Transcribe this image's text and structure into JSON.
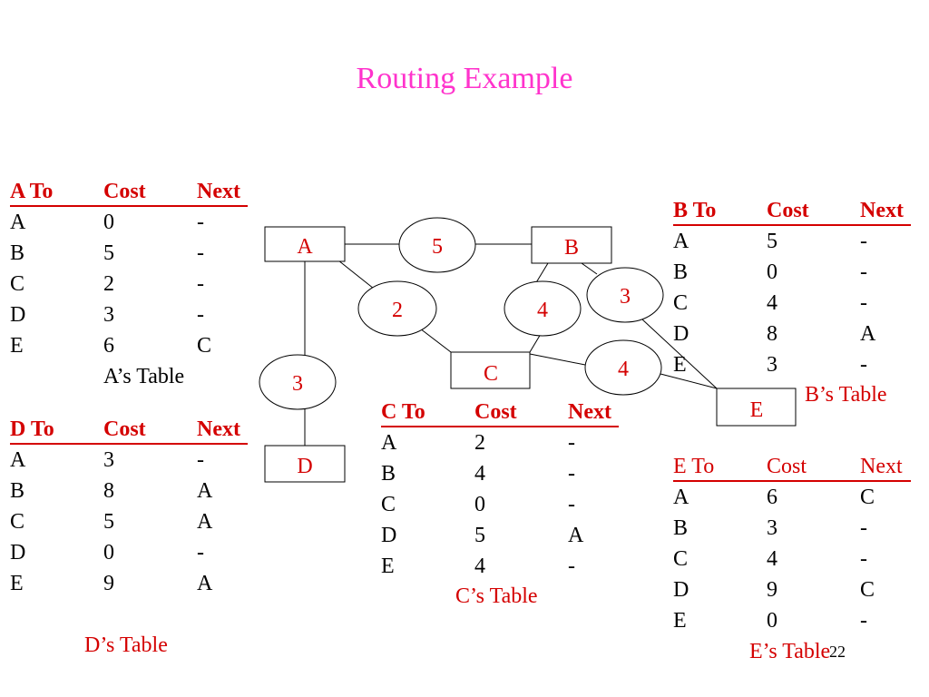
{
  "title": "Routing Example",
  "diagram": {
    "nodes": {
      "A": "A",
      "B": "B",
      "C": "C",
      "D": "D",
      "E": "E"
    },
    "link_costs": {
      "A-B": "5",
      "A-C": "2",
      "A-D": "3",
      "B-C": "4",
      "B-E": "3",
      "C-E": "4"
    }
  },
  "tables": {
    "A": {
      "header": [
        "A To",
        "Cost",
        "Next"
      ],
      "rows": [
        [
          "A",
          "0",
          "-"
        ],
        [
          "B",
          "5",
          "-"
        ],
        [
          "C",
          "2",
          "-"
        ],
        [
          "D",
          "3",
          "-"
        ],
        [
          "E",
          "6",
          "C"
        ]
      ],
      "caption": "A’s Table"
    },
    "B": {
      "header": [
        "B To",
        "Cost",
        "Next"
      ],
      "rows": [
        [
          "A",
          "5",
          "-"
        ],
        [
          "B",
          "0",
          "-"
        ],
        [
          "C",
          "4",
          "-"
        ],
        [
          "D",
          "8",
          "A"
        ],
        [
          "E",
          "3",
          "-"
        ]
      ],
      "caption": "B’s Table"
    },
    "C": {
      "header": [
        "C To",
        "Cost",
        "Next"
      ],
      "rows": [
        [
          "A",
          "2",
          "-"
        ],
        [
          "B",
          "4",
          "-"
        ],
        [
          "C",
          "0",
          "-"
        ],
        [
          "D",
          "5",
          "A"
        ],
        [
          "E",
          "4",
          "-"
        ]
      ],
      "caption": "C’s Table"
    },
    "D": {
      "header": [
        "D To",
        "Cost",
        "Next"
      ],
      "rows": [
        [
          "A",
          "3",
          "-"
        ],
        [
          "B",
          "8",
          "A"
        ],
        [
          "C",
          "5",
          "A"
        ],
        [
          "D",
          "0",
          "-"
        ],
        [
          "E",
          "9",
          "A"
        ]
      ],
      "caption": "D’s Table"
    },
    "E": {
      "header": [
        "E To",
        "Cost",
        "Next"
      ],
      "rows": [
        [
          "A",
          "6",
          "C"
        ],
        [
          "B",
          "3",
          "-"
        ],
        [
          "C",
          "4",
          "-"
        ],
        [
          "D",
          "9",
          "C"
        ],
        [
          "E",
          "0",
          "-"
        ]
      ],
      "caption": "E’s Table"
    }
  },
  "page_number": "22",
  "colors": {
    "title": "#ff33cc",
    "accent": "#d40000"
  }
}
